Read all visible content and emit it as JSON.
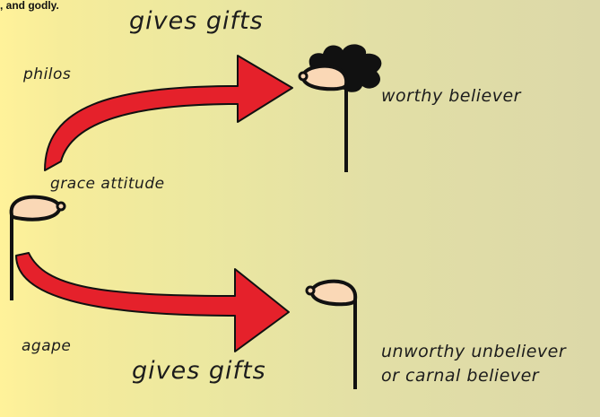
{
  "top_caption": ", and godly.",
  "labels": {
    "gives_gifts_top": "gives gifts",
    "philos": "philos",
    "grace_attitude": "grace attitude",
    "worthy_believer": "worthy believer",
    "agape": "agape",
    "gives_gifts_bottom": "gives gifts",
    "unworthy_line1": "unworthy unbeliever",
    "unworthy_line2": "or carnal believer"
  },
  "colors": {
    "arrow_fill": "#e5212b",
    "arrow_stroke": "#111111",
    "head_fill": "#fad8b6",
    "hat_fill": "#111111"
  },
  "figures": [
    {
      "role": "giver",
      "icon": "note-figure-icon"
    },
    {
      "role": "worthy believer",
      "icon": "note-figure-with-hat-icon"
    },
    {
      "role": "unworthy unbeliever or carnal believer",
      "icon": "note-figure-icon"
    }
  ]
}
